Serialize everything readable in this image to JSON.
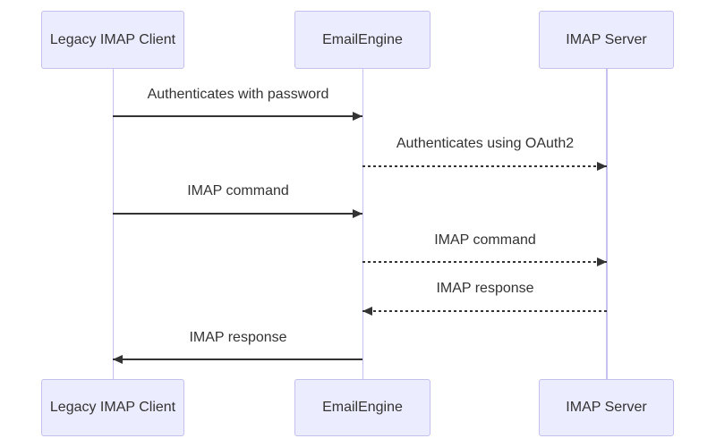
{
  "diagram": {
    "type": "sequence",
    "colors": {
      "actor_fill": "#ECECFF",
      "actor_border": "#c3c0ee",
      "lifeline": "#c5c2f0",
      "arrow": "#333333",
      "text": "#333333",
      "background": "#ffffff"
    },
    "actors": [
      {
        "id": "legacy-imap-client",
        "label": "Legacy IMAP Client"
      },
      {
        "id": "emailengine",
        "label": "EmailEngine"
      },
      {
        "id": "imap-server",
        "label": "IMAP Server"
      }
    ],
    "messages": [
      {
        "from": "Legacy IMAP Client",
        "to": "EmailEngine",
        "label": "Authenticates with password",
        "line": "solid"
      },
      {
        "from": "EmailEngine",
        "to": "IMAP Server",
        "label": "Authenticates using OAuth2",
        "line": "dashed"
      },
      {
        "from": "Legacy IMAP Client",
        "to": "EmailEngine",
        "label": "IMAP command",
        "line": "solid"
      },
      {
        "from": "EmailEngine",
        "to": "IMAP Server",
        "label": "IMAP command",
        "line": "dashed"
      },
      {
        "from": "IMAP Server",
        "to": "EmailEngine",
        "label": "IMAP response",
        "line": "dashed"
      },
      {
        "from": "EmailEngine",
        "to": "Legacy IMAP Client",
        "label": "IMAP response",
        "line": "solid"
      }
    ]
  }
}
